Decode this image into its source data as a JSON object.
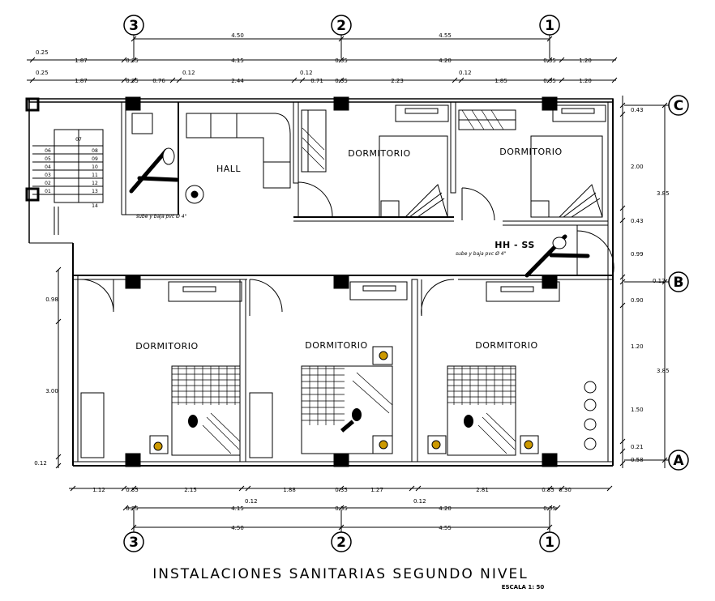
{
  "title": "INSTALACIONES SANITARIAS  SEGUNDO NIVEL",
  "scale": "ESCALA 1: 50",
  "axes": {
    "vertical_labels": [
      "3",
      "2",
      "1"
    ],
    "horizontal_labels": [
      "C",
      "B",
      "A"
    ]
  },
  "rooms": {
    "hall": "HALL",
    "dorm_top_left": "DORMITORIO",
    "dorm_top_right": "DORMITORIO",
    "dorm_bot_left": "DORMITORIO",
    "dorm_bot_mid": "DORMITORIO",
    "dorm_bot_right": "DORMITORIO",
    "bath": "HH - SS"
  },
  "notes": {
    "drain_left": "sube y baja pvc Ø 4\"",
    "drain_right": "sube y baja pvc Ø 4\""
  },
  "stairs": {
    "top": "07",
    "left": [
      "06",
      "05",
      "04",
      "03",
      "02",
      "01"
    ],
    "right": [
      "08",
      "09",
      "10",
      "11",
      "12",
      "13",
      "14"
    ]
  },
  "dims": {
    "top_total": [
      "4.50",
      "4.55"
    ],
    "top_row2": [
      "0.25",
      "1.87",
      "0.35",
      "4.15",
      "0.35",
      "4.20",
      "0.35",
      "1.20"
    ],
    "top_row3": [
      "0.25",
      "1.87",
      "0.35",
      "0.76",
      "0.12",
      "2.44",
      "0.12",
      "0.71",
      "0.35",
      "2.23",
      "0.12",
      "1.85",
      "0.35",
      "1.20"
    ],
    "bottom_row1": [
      "1.12",
      "0.35",
      "2.15",
      "1.88",
      "0.35",
      "1.27",
      "2.81",
      "0.35",
      "0.30"
    ],
    "bottom_row1_small": [
      "0.12",
      "0.12"
    ],
    "bottom_row2": [
      "0.35",
      "4.15",
      "0.35",
      "4.20",
      "0.35"
    ],
    "bottom_total": [
      "4.50",
      "4.55"
    ],
    "right_inner": [
      "0.43",
      "2.00",
      "0.43",
      "0.99",
      "0.12",
      "0.90",
      "1.20",
      "1.50",
      "0.21",
      "0.58"
    ],
    "right_outer": [
      "3.85",
      "3.85"
    ],
    "left": [
      "0.98",
      "3.00",
      "0.12"
    ]
  }
}
